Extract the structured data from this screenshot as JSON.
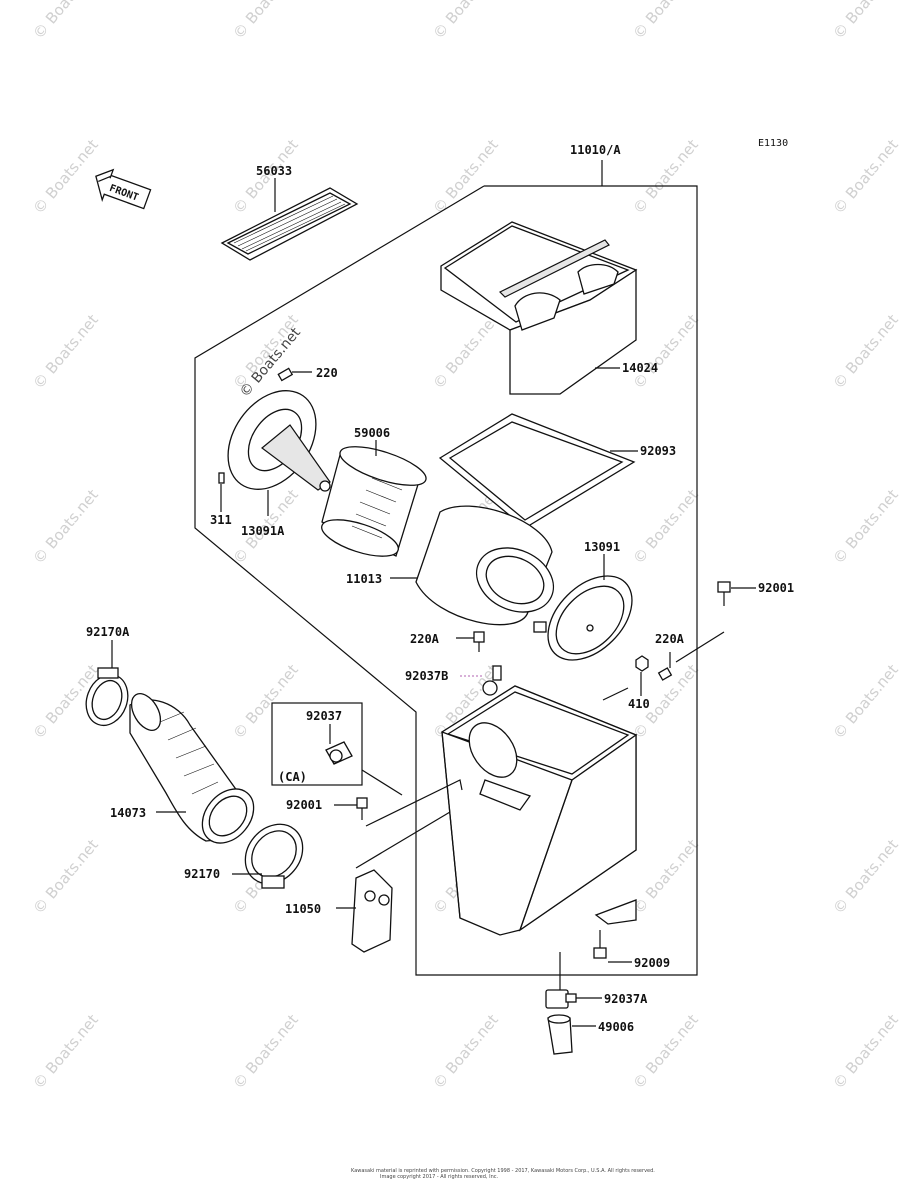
{
  "diagram_code": "E1130",
  "front_label": "FRONT",
  "image_watermark": "© Boats.net",
  "parts": {
    "p56033": "56033",
    "p11010A": "11010/A",
    "p14024": "14024",
    "p220": "220",
    "p59006": "59006",
    "p92093": "92093",
    "p311": "311",
    "p13091A": "13091A",
    "p13091": "13091",
    "p11013": "11013",
    "p92001_r": "92001",
    "p220A_c": "220A",
    "p220A_r": "220A",
    "p92037B": "92037B",
    "p410": "410",
    "p92170A": "92170A",
    "p92037": "92037",
    "pCA": "(CA)",
    "p92001_l": "92001",
    "p14073": "14073",
    "p92170": "92170",
    "p11050": "11050",
    "p92009": "92009",
    "p92037A": "92037A",
    "p49006": "49006"
  },
  "footer": {
    "line1": "Kawasaki material is reprinted with permission. Copyright 1998 - 2017, Kawasaki Motors Corp., U.S.A. All rights reserved.",
    "line2": "Image copyright 2017 - All rights reserved, Inc."
  }
}
